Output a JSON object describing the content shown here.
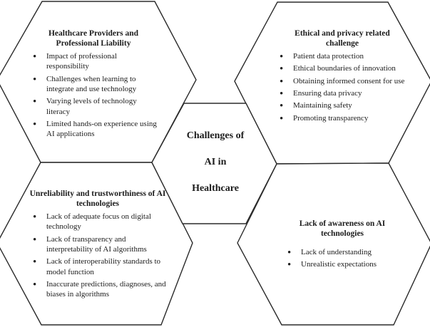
{
  "figure": {
    "center": {
      "lines": [
        "Challenges of",
        "AI in",
        "Healthcare"
      ]
    },
    "hexagons": [
      {
        "id": "healthcare-providers",
        "title": "Healthcare Providers and Professional Liability",
        "items": [
          "Impact of professional responsibility",
          "Challenges when learning to integrate and use technology",
          "Varying levels of technology literacy",
          "Limited hands-on experience using AI applications"
        ]
      },
      {
        "id": "ethical-privacy",
        "title": "Ethical and privacy related challenge",
        "items": [
          "Patient data protection",
          "Ethical boundaries of innovation",
          "Obtaining informed consent for use",
          "Ensuring data privacy",
          "Maintaining safety",
          "Promoting transparency"
        ]
      },
      {
        "id": "unreliability-trustworthiness",
        "title": "Unreliability and trustworthiness of AI technologies",
        "items": [
          "Lack of adequate focus on digital technology",
          "Lack of transparency and interpretability of AI algorithms",
          "Lack of interoperability standards to model function",
          "Inaccurate predictions, diagnoses, and biases in algorithms"
        ]
      },
      {
        "id": "lack-of-awareness",
        "title": "Lack of awareness on AI technologies",
        "items": [
          "Lack of understanding",
          "Unrealistic expectations"
        ]
      }
    ],
    "colors": {
      "stroke": "#2b2b2b",
      "background": "#ffffff",
      "text": "#1c1c1c"
    }
  }
}
